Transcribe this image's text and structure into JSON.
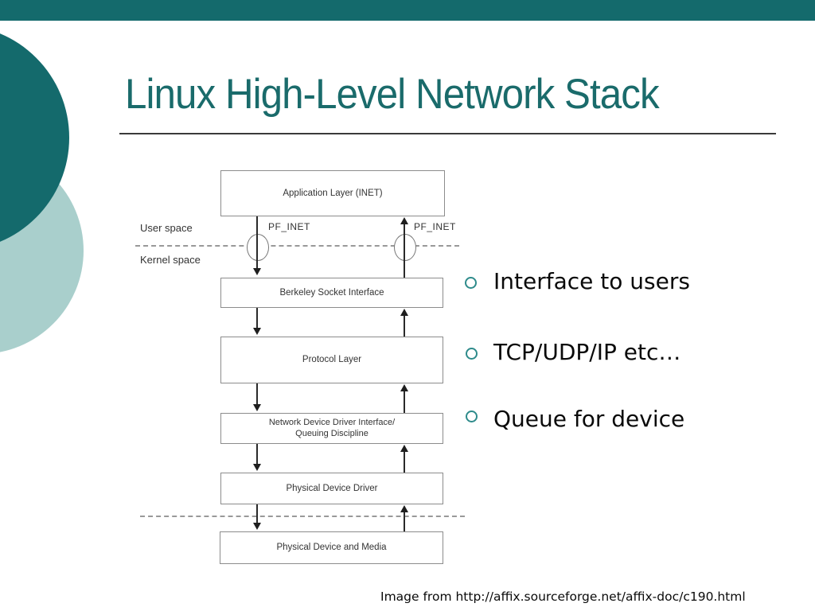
{
  "slide": {
    "title": "Linux High-Level Network Stack",
    "caption": "Image from http://affix.sourceforge.net/affix-doc/c190.html"
  },
  "bullets": [
    {
      "label": "Interface to users"
    },
    {
      "label": "TCP/UDP/IP etc…"
    },
    {
      "label": "Queue for device"
    }
  ],
  "diagram": {
    "space_labels": {
      "user": "User space",
      "kernel": "Kernel space"
    },
    "socket_labels": {
      "left": "PF_INET",
      "right": "PF_INET"
    },
    "boxes": [
      {
        "label": "Application Layer (INET)"
      },
      {
        "label": "Berkeley Socket Interface"
      },
      {
        "label": "Protocol Layer"
      },
      {
        "label": "Network Device Driver Interface/",
        "label_line2": "Queuing Discipline"
      },
      {
        "label": "Physical Device Driver"
      },
      {
        "label": "Physical Device and Media"
      }
    ]
  },
  "colors": {
    "accent_dark": "#146A6C",
    "accent_light": "#A9CFCC",
    "title_text": "#1A6B6B",
    "bullet_ring": "#2E8B8B"
  }
}
